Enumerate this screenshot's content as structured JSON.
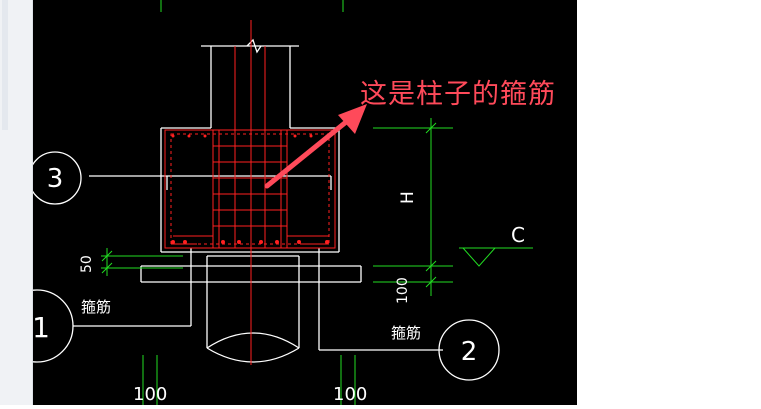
{
  "annotation": {
    "text": "这是柱子的箍筋",
    "color": "#ff4a5a"
  },
  "labels": {
    "circle_3": "3",
    "circle_1": "1",
    "circle_2": "2",
    "stirrup_left": "箍筋",
    "stirrup_right": "箍筋",
    "dim_50": "50",
    "dim_H": "H",
    "dim_100_right": "100",
    "dim_c": "C",
    "dim_100_bottom_left": "100",
    "dim_100_bottom_right": "100"
  },
  "colors": {
    "background": "#000000",
    "rebar": "#ff2020",
    "outline": "#ffffff",
    "dimension": "#22dd22"
  }
}
